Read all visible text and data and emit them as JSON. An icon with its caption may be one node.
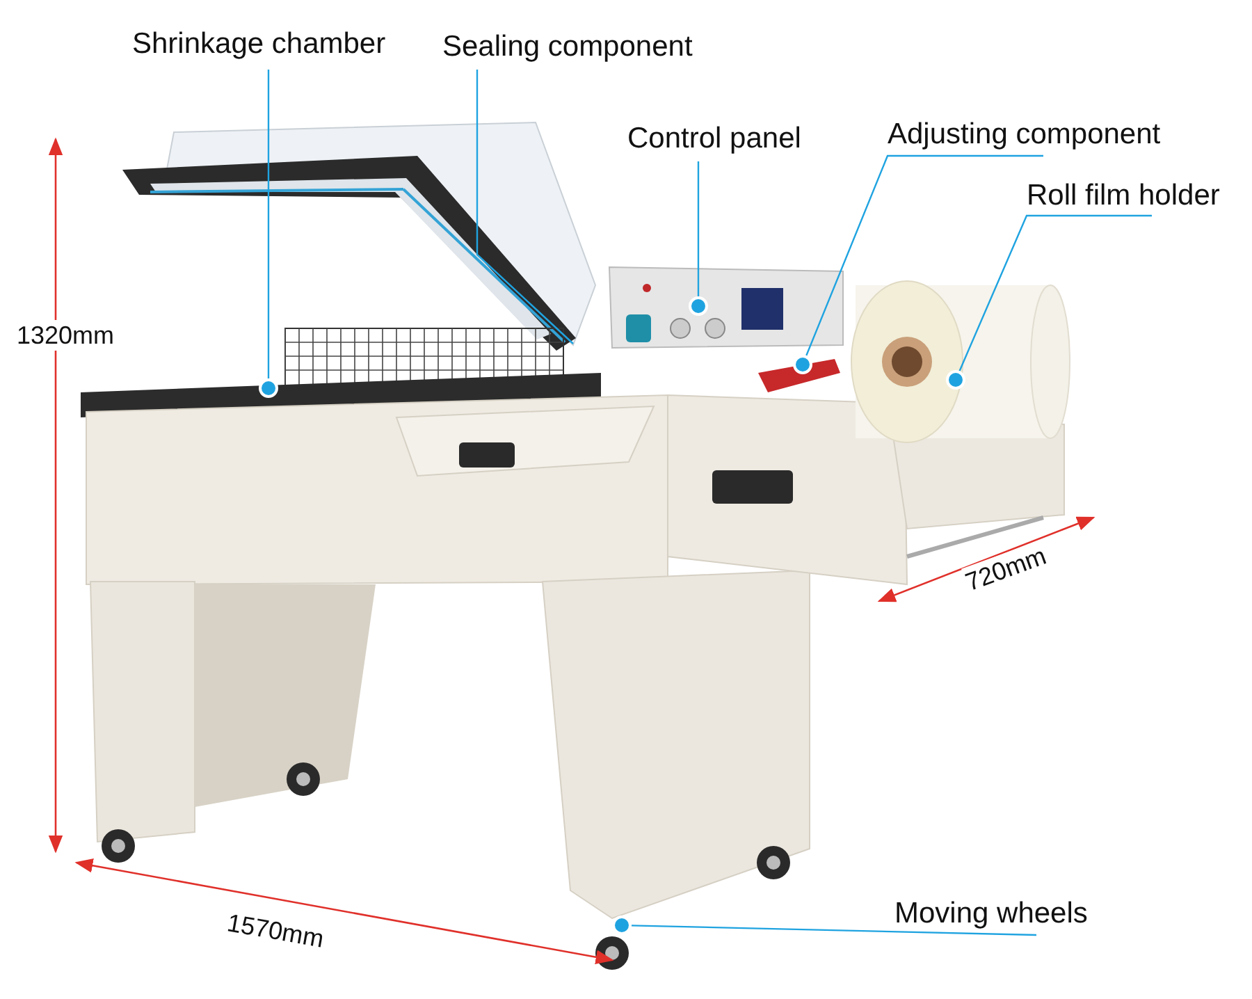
{
  "diagram": {
    "nodes": [
      {
        "text": [
          "Shrinkage chamber"
        ]
      },
      {
        "text": [
          "Sealing component"
        ]
      },
      {
        "text": [
          "Control panel"
        ]
      },
      {
        "text": [
          "Adjusting component"
        ]
      },
      {
        "text": [
          "Roll film holder"
        ]
      },
      {
        "text": [
          "Moving wheels"
        ]
      },
      {
        "text": [],
        "shape": "circle"
      },
      {
        "text": [],
        "shape": "circle"
      },
      {
        "text": [],
        "shape": "circle"
      },
      {
        "text": [],
        "shape": "circle"
      },
      {
        "text": [],
        "shape": "circle"
      }
    ],
    "edges": [
      {
        "from": 0,
        "to": 6,
        "arrow": "none"
      },
      {
        "from": 1,
        "to": null,
        "arrow": "none"
      },
      {
        "from": 2,
        "to": 8,
        "arrow": "none"
      },
      {
        "from": 3,
        "to": 9,
        "arrow": "none"
      },
      {
        "from": 4,
        "to": 10,
        "arrow": "none"
      },
      {
        "from": 5,
        "to": 7,
        "arrow": "none"
      }
    ],
    "labels": [
      "1320mm",
      "720mm",
      "1570mm"
    ]
  }
}
